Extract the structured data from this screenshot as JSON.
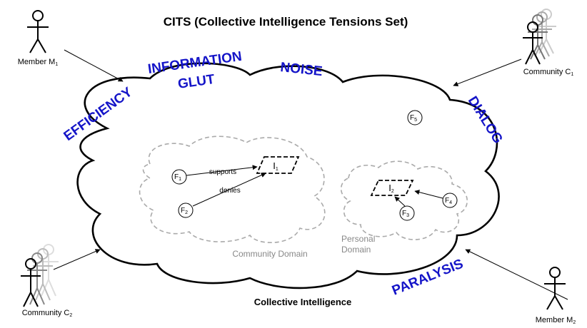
{
  "title": "CITS (Collective Intelligence Tensions Set)",
  "tensions": {
    "efficiency": "EFFICIENCY",
    "information": "INFORMATION",
    "glut": "GLUT",
    "noise": "NOISE",
    "dialog": "DIALOG",
    "paralysis": "PARALYSIS"
  },
  "actors": {
    "member_m1": "Member M",
    "member_m1_sub": "1",
    "community_c1": "Community C",
    "community_c1_sub": "1",
    "community_c2": "Community C",
    "community_c2_sub": "2",
    "member_m2": "Member M",
    "member_m2_sub": "2"
  },
  "cloud": {
    "collective_label": "Collective Intelligence",
    "community_domain": "Community Domain",
    "personal_domain_line1": "Personal",
    "personal_domain_line2": "Domain"
  },
  "nodes": {
    "f1": "F",
    "f1_sub": "1",
    "f2": "F",
    "f2_sub": "2",
    "f3": "F",
    "f3_sub": "3",
    "f4": "F",
    "f4_sub": "4",
    "f5": "F",
    "f5_sub": "5",
    "i1": "I",
    "i1_sub": "1",
    "i2": "I",
    "i2_sub": "2"
  },
  "edges": {
    "supports": "supports",
    "denies": "denies"
  }
}
